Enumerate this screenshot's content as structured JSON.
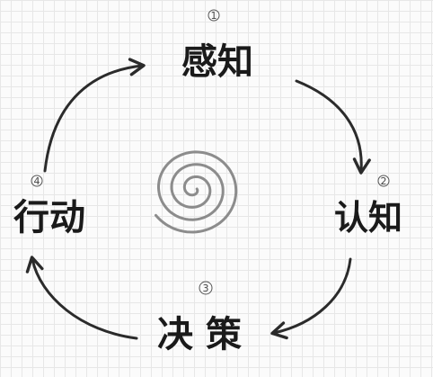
{
  "steps": [
    {
      "num": "1",
      "label": "感知"
    },
    {
      "num": "2",
      "label": "认知"
    },
    {
      "num": "3",
      "label": "决策"
    },
    {
      "num": "4",
      "label": "行动"
    }
  ],
  "colors": {
    "ink": "#1a1a1a",
    "arrow": "#2b2b2b",
    "spiral": "#8c8c8c",
    "grid": "#e7e7e7"
  }
}
